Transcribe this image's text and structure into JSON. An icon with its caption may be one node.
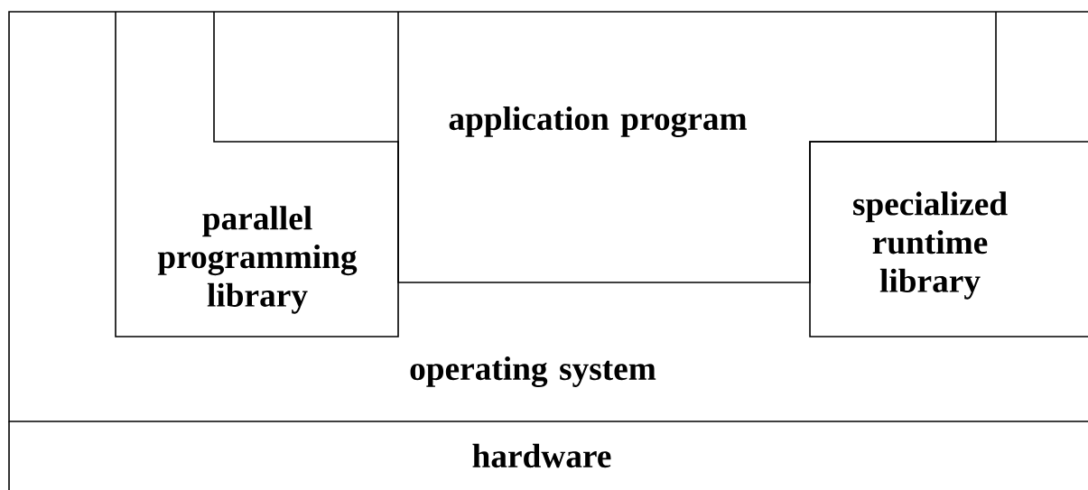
{
  "diagram": {
    "nodes": [
      {
        "text": [
          "operating system"
        ]
      },
      {
        "text": [
          "parallel programming library"
        ],
        "in": 0
      },
      {
        "text": [
          "application program"
        ],
        "in": 0
      },
      {
        "text": [
          "specialized runtime library"
        ],
        "in": 0
      },
      {
        "text": [
          "hardware"
        ]
      }
    ]
  }
}
